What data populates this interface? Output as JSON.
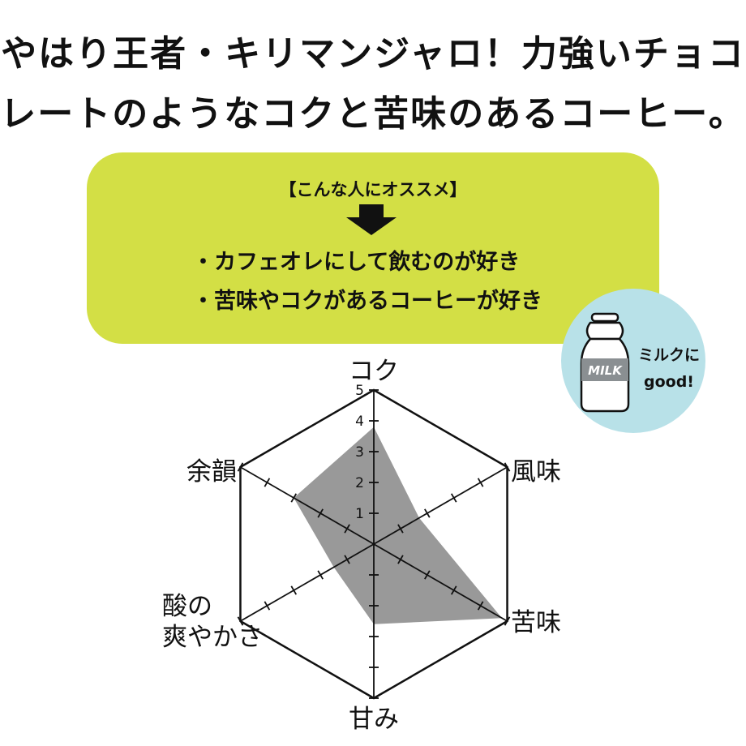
{
  "headline": {
    "line1": "やはり王者・キリマンジャロ！力強いチョコ",
    "line2": "レートのようなコクと苦味のあるコーヒー。"
  },
  "recommendation": {
    "title": "【こんな人にオススメ】",
    "items": [
      "・カフェオレにして飲むのが好き",
      "・苦味やコクがあるコーヒーが好き"
    ]
  },
  "milk_badge": {
    "bottle_label": "MILK",
    "text_line1": "ミルクに",
    "text_line2": "good!"
  },
  "colors": {
    "box": "#d3df45",
    "badge": "#b8e1e8",
    "fill": "#999999"
  },
  "chart_data": {
    "type": "radar",
    "axes": [
      "コク",
      "風味",
      "苦味",
      "甘み",
      "酸の\n爽やかさ",
      "余韻"
    ],
    "values": [
      3.8,
      1.7,
      4.8,
      2.6,
      1.5,
      3.0
    ],
    "rmax": 5,
    "ticks": [
      "1",
      "2",
      "3",
      "4",
      "5"
    ]
  }
}
